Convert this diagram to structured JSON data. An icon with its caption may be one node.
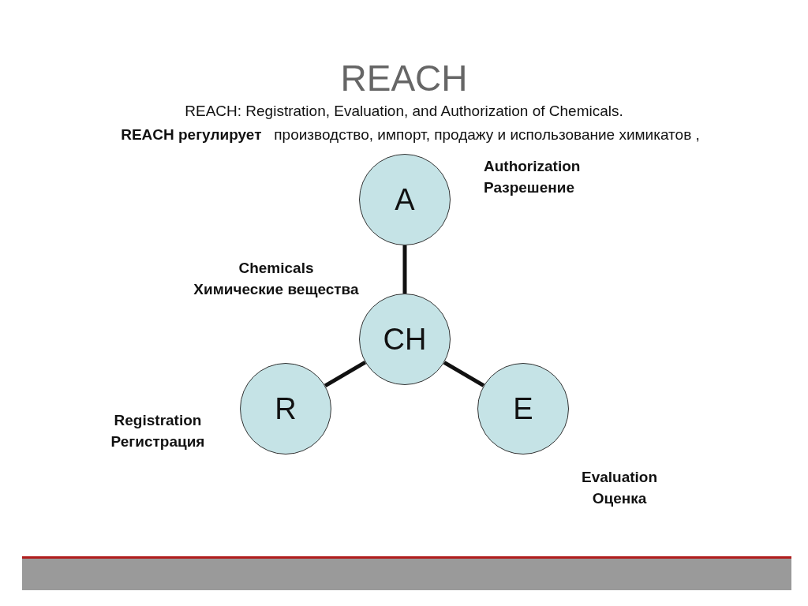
{
  "diagram": {
    "title": "REACH",
    "nodes": [
      {
        "text": [
          "A"
        ],
        "beside": [
          "Authorization",
          "Разрешение"
        ]
      },
      {
        "text": [
          "CH"
        ],
        "beside": [
          "Chemicals",
          "Химические вещества"
        ]
      },
      {
        "text": [
          "R"
        ],
        "beside": [
          "Registration",
          "Регистрация"
        ]
      },
      {
        "text": [
          "E"
        ],
        "beside": [
          "Evaluation",
          "Оценка"
        ]
      }
    ],
    "edges": [
      {
        "from": 1,
        "to": 0,
        "arrow": "none"
      },
      {
        "from": 1,
        "to": 2,
        "arrow": "none"
      },
      {
        "from": 1,
        "to": 3,
        "arrow": "none"
      }
    ],
    "labels": [
      "REACH: Registration, Evaluation, and Authorization of Chemicals.",
      "**REACH регулирует**   производство, импорт, продажу и использование химикатов ,"
    ]
  }
}
